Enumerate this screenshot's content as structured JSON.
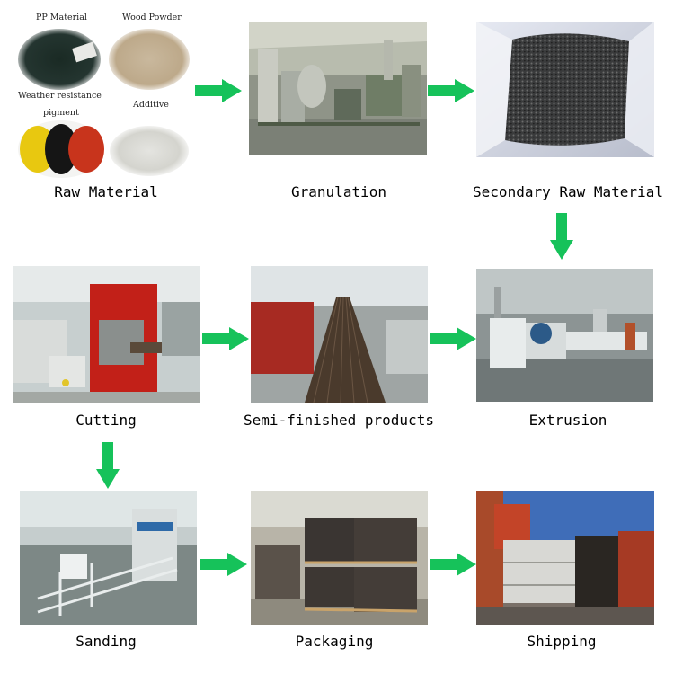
{
  "raw_material_items": {
    "pp": "PP Material",
    "wood": "Wood Powder",
    "pigment_line1": "Weather resistance",
    "pigment_line2": "pigment",
    "additive": "Additive"
  },
  "steps": {
    "raw_material": "Raw Material",
    "granulation": "Granulation",
    "secondary": "Secondary Raw Material",
    "extrusion": "Extrusion",
    "semi_finished": "Semi-finished products",
    "cutting": "Cutting",
    "sanding": "Sanding",
    "packaging": "Packaging",
    "shipping": "Shipping"
  },
  "colors": {
    "arrow": "#16c25a",
    "pigment_yellow": "#e8c810",
    "pigment_red": "#c8341c",
    "wood_powder": "#c7b598"
  }
}
